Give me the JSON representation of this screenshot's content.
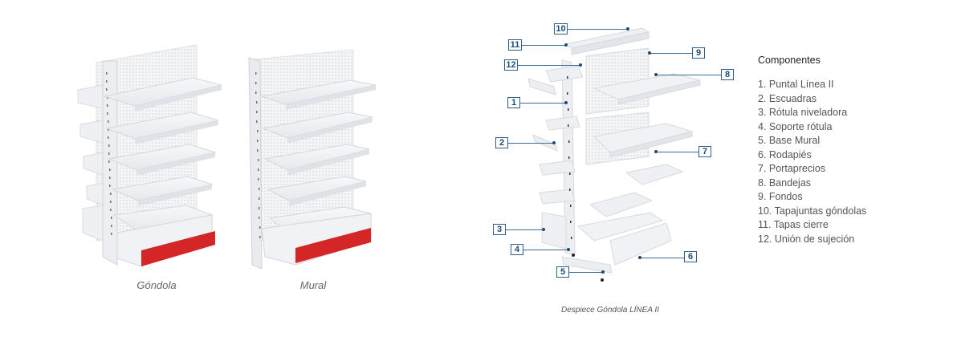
{
  "products": [
    {
      "name": "Góndola",
      "base_color": "#d42626"
    },
    {
      "name": "Mural",
      "base_color": "#d42626"
    }
  ],
  "exploded_view": {
    "caption": "Despiece Góndola LÍNEA II",
    "callouts": [
      "1",
      "2",
      "3",
      "4",
      "5",
      "6",
      "7",
      "8",
      "9",
      "10",
      "11",
      "12"
    ],
    "callout_color": "#2f5f8a"
  },
  "components": {
    "title": "Componentes",
    "items": [
      "1. Puntal Línea II",
      "2. Escuadras",
      "3. Rótula niveladora",
      "4. Soporte rótula",
      "5. Base Mural",
      "6. Rodapiés",
      "7. Portaprecios",
      "8. Bandejas",
      "9. Fondos",
      "10. Tapajuntas góndolas",
      "11. Tapas cierre",
      "12. Unión de sujeción"
    ]
  }
}
